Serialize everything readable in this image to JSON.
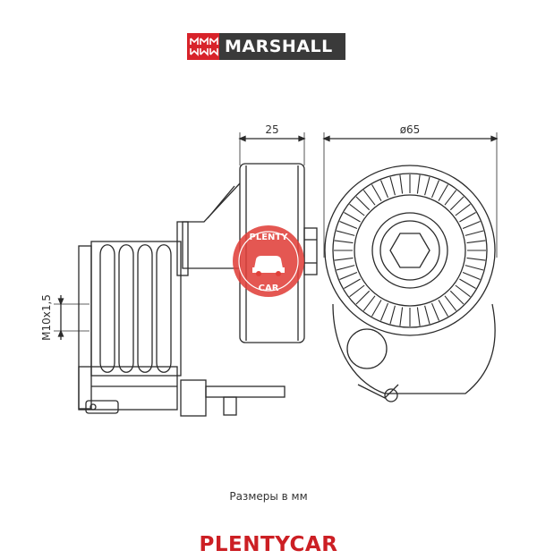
{
  "header": {
    "logo_text": "MARSHALL"
  },
  "drawing": {
    "dimension_width": "25",
    "dimension_diameter": "ø65",
    "dimension_thread": "M10x1,5",
    "watermark_top": "PLENTY",
    "watermark_bottom": "CAR"
  },
  "footer": {
    "caption": "Размеры в мм",
    "brand": "PLENTYCAR"
  },
  "colors": {
    "logo_red": "#d8232a",
    "logo_dark": "#3a3a3a",
    "line": "#2b2b2b",
    "watermark_red": "#e0403a",
    "brand_red": "#cc1f24"
  }
}
